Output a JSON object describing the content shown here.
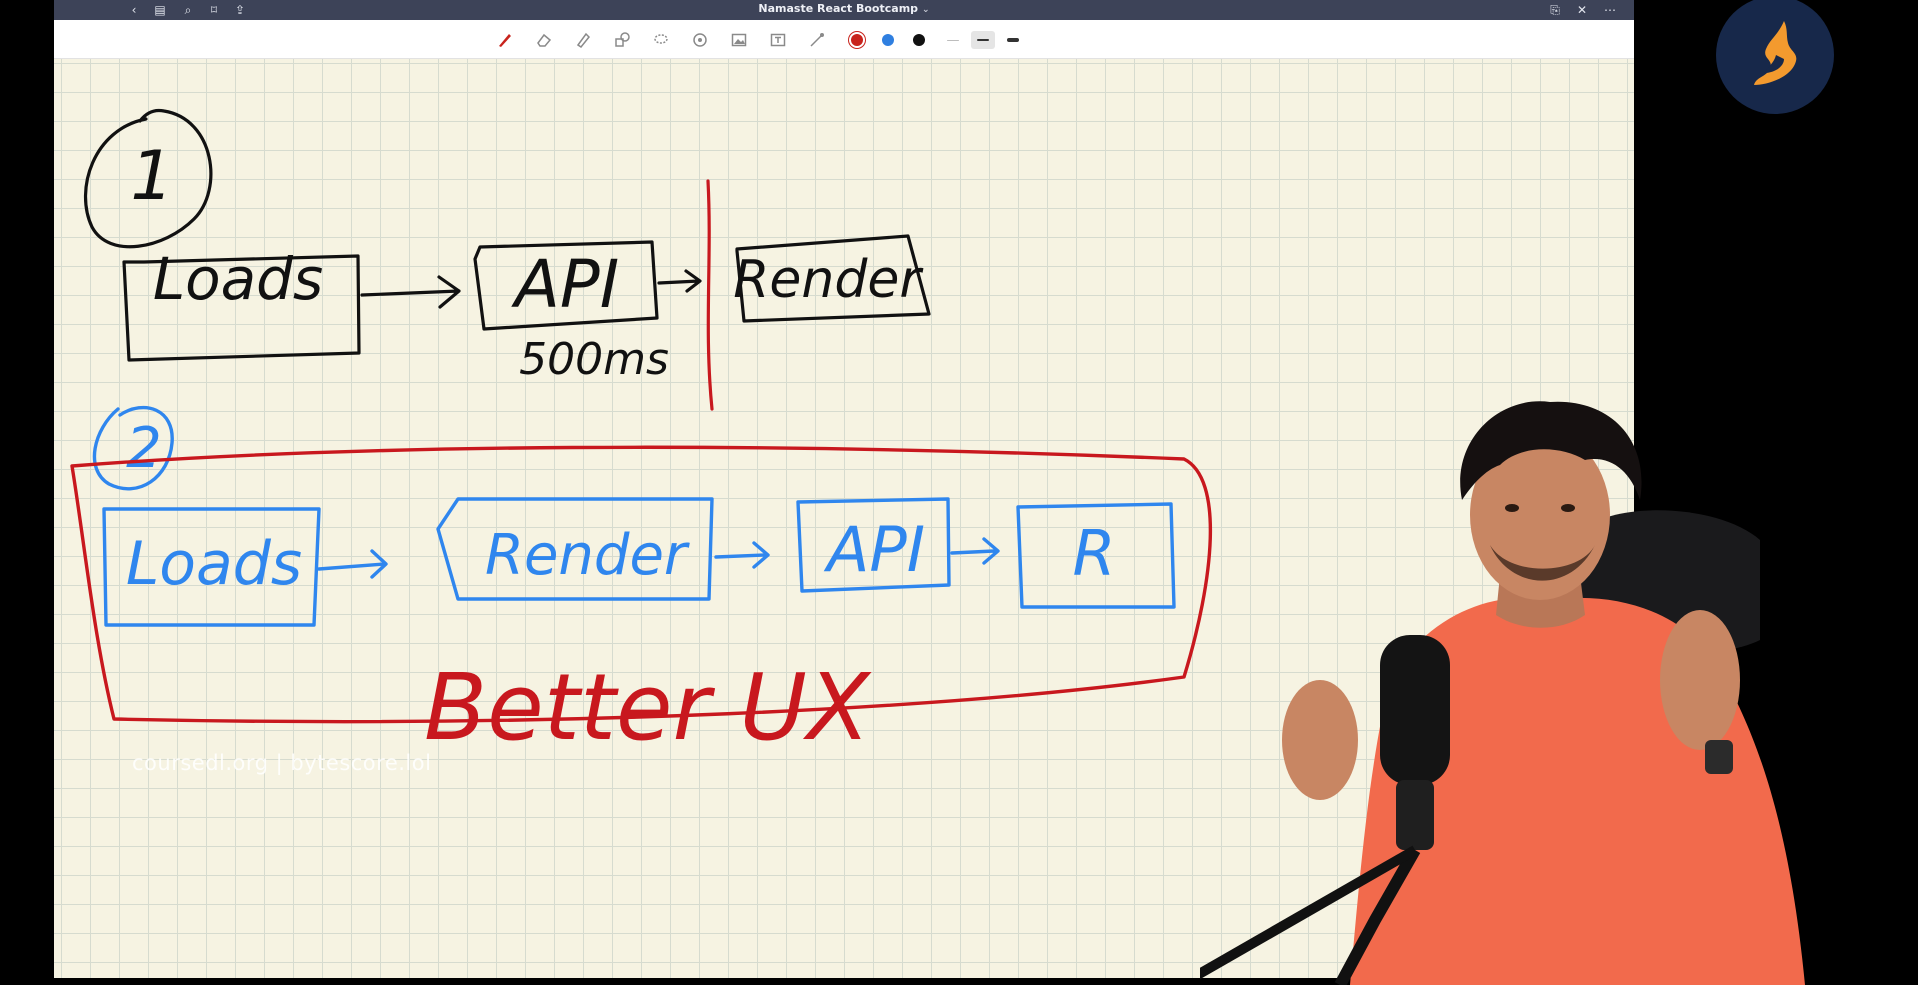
{
  "app": {
    "title": "Namaste React Bootcamp",
    "title_caret": "⌄"
  },
  "titlebar_icons": {
    "left": [
      "back-icon",
      "sidebar-icon",
      "search-icon",
      "bookmark-icon",
      "share-icon"
    ],
    "right": [
      "export-icon",
      "close-icon",
      "more-icon"
    ]
  },
  "toolbar": {
    "tools": [
      "pen-icon",
      "eraser-icon",
      "highlighter-icon",
      "shapes-icon",
      "lasso-icon",
      "sticker-icon",
      "image-icon",
      "text-icon",
      "laser-icon"
    ],
    "active_tool": "pen-icon",
    "colors": [
      "#c8231c",
      "#2f7fe0",
      "#111111"
    ],
    "selected_color": "#c8231c",
    "stroke_widths": [
      "thin",
      "medium",
      "thick"
    ],
    "selected_stroke": "medium"
  },
  "drawing": {
    "section1_number": "1",
    "s1_box1": "Loads",
    "s1_box2": "API",
    "s1_box3": "Render",
    "s1_timing": "500ms",
    "section2_number": "2",
    "s2_box1": "Loads",
    "s2_box2": "Render",
    "s2_box3": "API",
    "s2_box4": "R",
    "conclusion": "Better UX",
    "colors": {
      "black_ink": "#111111",
      "red_ink": "#c8181e",
      "blue_ink": "#2f86ee"
    }
  },
  "watermark": "coursedl.org | bytescore.lol",
  "overlay": {
    "channel_logo": "channel-logo",
    "logo_colors": {
      "ring": "#17284a",
      "flame": "#f39a2e"
    },
    "presenter_shirt_color": "#f26a4c"
  }
}
